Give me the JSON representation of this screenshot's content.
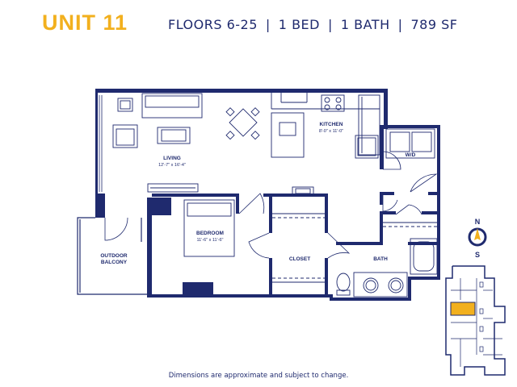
{
  "header": {
    "unit": "UNIT 11",
    "floors": "FLOORS 6-25",
    "beds": "1 BED",
    "baths": "1 BATH",
    "area": "789 SF",
    "separator": "|"
  },
  "rooms": {
    "living": {
      "name": "LIVING",
      "dims": "12'-7\" x 16'-4\""
    },
    "kitchen": {
      "name": "KITCHEN",
      "dims": "8'-0\" x 11'-0\""
    },
    "wd": {
      "name": "W/D"
    },
    "bedroom": {
      "name": "BEDROOM",
      "dims": "11'-6\" x 11'-6\""
    },
    "closet": {
      "name": "CLOSET"
    },
    "bath": {
      "name": "BATH"
    },
    "balcony": {
      "name_line1": "OUTDOOR",
      "name_line2": "BALCONY"
    }
  },
  "compass": {
    "north": "N",
    "south": "S"
  },
  "disclaimer": "Dimensions are approximate and subject to change.",
  "colors": {
    "accent": "#f2b01e",
    "wall": "#1f2a6e",
    "highlight": "#f2b01e"
  }
}
